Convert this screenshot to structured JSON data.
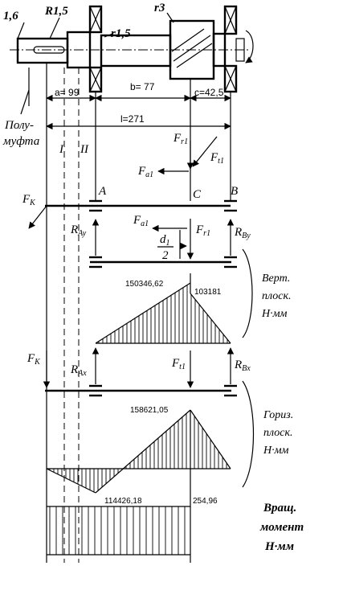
{
  "drawing": {
    "top_labels": {
      "chamfer": "1,6",
      "r_left": "R1,5",
      "r_mid": "r1,5",
      "r_right": "r3"
    },
    "dims": {
      "a": "a= 99",
      "b": "b= 77",
      "c": "c=42,5",
      "l": "l=271"
    },
    "coupling": [
      "Полу-",
      "муфта"
    ],
    "sections": {
      "s1": "I",
      "s2": "II"
    },
    "supports": {
      "A": "A",
      "B": "B",
      "C": "C"
    },
    "forces": {
      "Fr1": {
        "main": "F",
        "sub": "r1"
      },
      "Ft1": {
        "main": "F",
        "sub": "t1"
      },
      "Fa1": {
        "main": "F",
        "sub": "a1"
      },
      "FK": {
        "main": "F",
        "sub": "K"
      },
      "RAy": {
        "main": "R",
        "sub": "Ay"
      },
      "RBy": {
        "main": "R",
        "sub": "By"
      },
      "RAx": {
        "main": "R",
        "sub": "Ax"
      },
      "RBx": {
        "main": "R",
        "sub": "Bx"
      },
      "d1_over_2": {
        "num_main": "d",
        "num_sub": "1",
        "den": "2"
      }
    },
    "diagrams": {
      "vertical": {
        "label": [
          "Верт.",
          "плоск.",
          "Н·мм"
        ],
        "values": [
          "150346,62",
          "103181"
        ]
      },
      "horizontal": {
        "label": [
          "Гориз.",
          "плоск.",
          "Н·мм"
        ],
        "values": [
          "158621,05",
          "114426,18"
        ]
      },
      "torque": {
        "label": [
          "Вращ.",
          "момент",
          "Н·мм"
        ],
        "values": [
          "254,96"
        ]
      }
    }
  }
}
